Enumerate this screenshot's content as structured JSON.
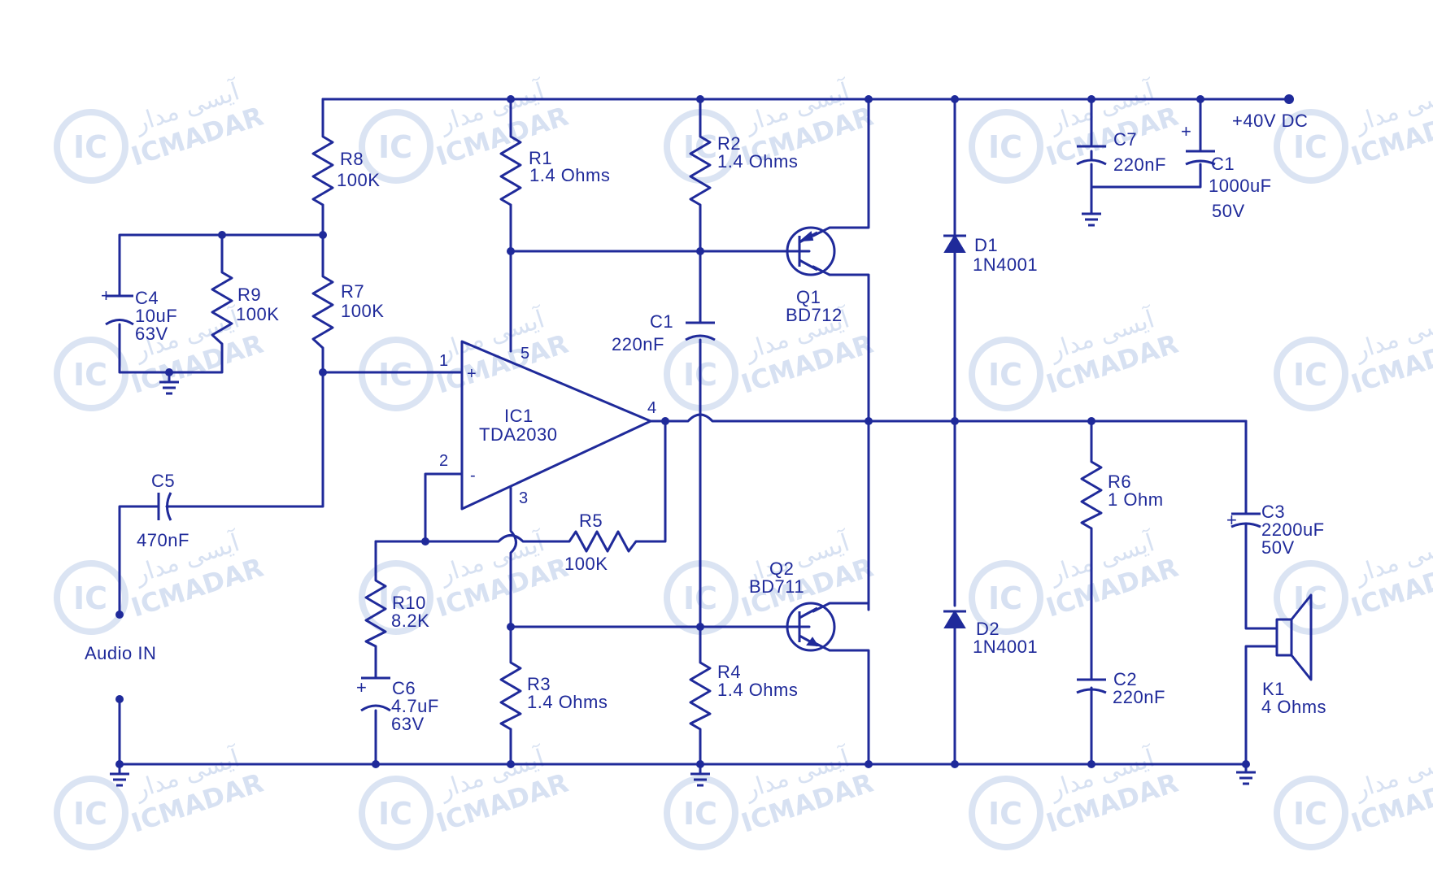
{
  "supply": {
    "label": "+40V DC"
  },
  "input": {
    "label": "Audio IN"
  },
  "ic": {
    "ref": "IC1",
    "part": "TDA2030",
    "pin_plus": "1",
    "pin_minus": "2",
    "pin_out": "4",
    "pin_vcc": "5",
    "pin_gnd": "3",
    "sign_plus": "+",
    "sign_minus": "-"
  },
  "resistors": {
    "R1": {
      "ref": "R1",
      "value": "1.4 Ohms"
    },
    "R2": {
      "ref": "R2",
      "value": "1.4 Ohms"
    },
    "R3": {
      "ref": "R3",
      "value": "1.4 Ohms"
    },
    "R4": {
      "ref": "R4",
      "value": "1.4 Ohms"
    },
    "R5": {
      "ref": "R5",
      "value": "100K"
    },
    "R6": {
      "ref": "R6",
      "value": "1 Ohm"
    },
    "R7": {
      "ref": "R7",
      "value": "100K"
    },
    "R8": {
      "ref": "R8",
      "value": "100K"
    },
    "R9": {
      "ref": "R9",
      "value": "100K"
    },
    "R10": {
      "ref": "R10",
      "value": "8.2K"
    }
  },
  "capacitors": {
    "C1a": {
      "ref": "C1",
      "value": "220nF"
    },
    "C1b": {
      "ref": "C1",
      "value": "1000uF",
      "voltage": "50V"
    },
    "C2": {
      "ref": "C2",
      "value": "220nF"
    },
    "C3": {
      "ref": "C3",
      "value": "2200uF",
      "voltage": "50V"
    },
    "C4": {
      "ref": "C4",
      "value": "10uF",
      "voltage": "63V"
    },
    "C5": {
      "ref": "C5",
      "value": "470nF"
    },
    "C6": {
      "ref": "C6",
      "value": "4.7uF",
      "voltage": "63V"
    },
    "C7": {
      "ref": "C7",
      "value": "220nF"
    }
  },
  "transistors": {
    "Q1": {
      "ref": "Q1",
      "part": "BD712"
    },
    "Q2": {
      "ref": "Q2",
      "part": "BD711"
    }
  },
  "diodes": {
    "D1": {
      "ref": "D1",
      "part": "1N4001"
    },
    "D2": {
      "ref": "D2",
      "part": "1N4001"
    }
  },
  "speaker": {
    "ref": "K1",
    "value": "4 Ohms"
  },
  "polarity_mark": "+",
  "watermark": {
    "latin": "ICMADAR",
    "persian": "آیسی مدار",
    "badge": "IC"
  },
  "colors": {
    "ink": "#1f2a9a",
    "watermark": "#b7c9e8",
    "background": "#ffffff"
  }
}
